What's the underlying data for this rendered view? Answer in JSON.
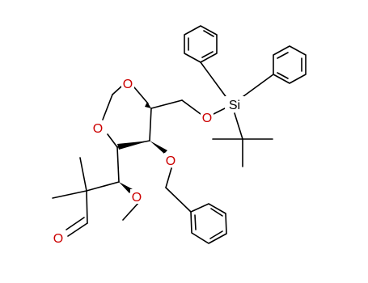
{
  "molecule": {
    "atoms": {
      "o_ring_1": {
        "label": "O"
      },
      "o_ring_2": {
        "label": "O"
      },
      "o_silyl_ether": {
        "label": "O"
      },
      "si": {
        "label": "Si"
      },
      "o_benzyl_ether": {
        "label": "O"
      },
      "o_methoxy": {
        "label": "O"
      },
      "o_aldehyde": {
        "label": "O"
      }
    }
  },
  "colors": {
    "oxygen": "#cc0000",
    "silicon": "#000000",
    "bond": "#000000",
    "background": "#ffffff"
  }
}
